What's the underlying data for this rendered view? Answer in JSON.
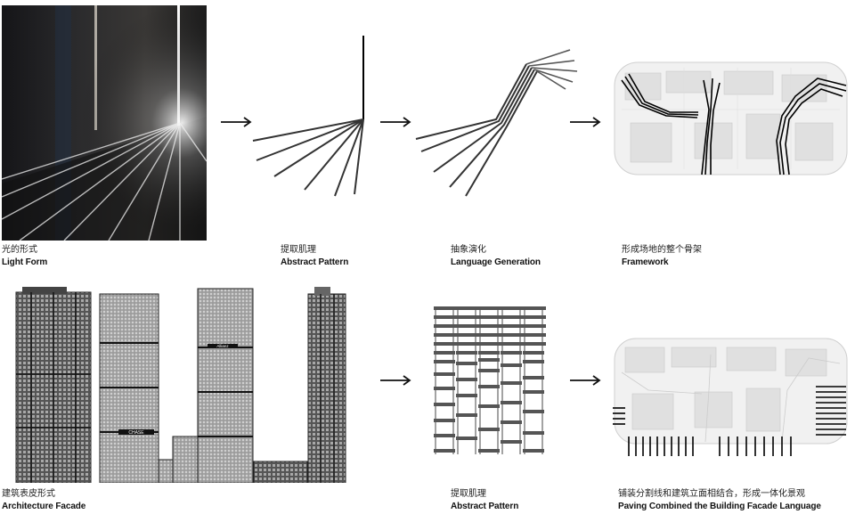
{
  "row1": [
    {
      "zh": "光的形式",
      "en": "Light Form"
    },
    {
      "zh": "提取肌理",
      "en": "Abstract Pattern"
    },
    {
      "zh": "抽象演化",
      "en": "Language Generation"
    },
    {
      "zh": "形成场地的整个骨架",
      "en": "Framework"
    }
  ],
  "row2": [
    {
      "zh": "建筑表皮形式",
      "en": "Architecture Facade"
    },
    {
      "zh": "提取肌理",
      "en": "Abstract Pattern"
    },
    {
      "zh": "铺装分割线和建筑立面相结合，形成一体化景观",
      "en": "Paving Combined the Building Facade Language"
    }
  ],
  "facade_signs": {
    "left": "CHASE",
    "right": "Allianz"
  }
}
